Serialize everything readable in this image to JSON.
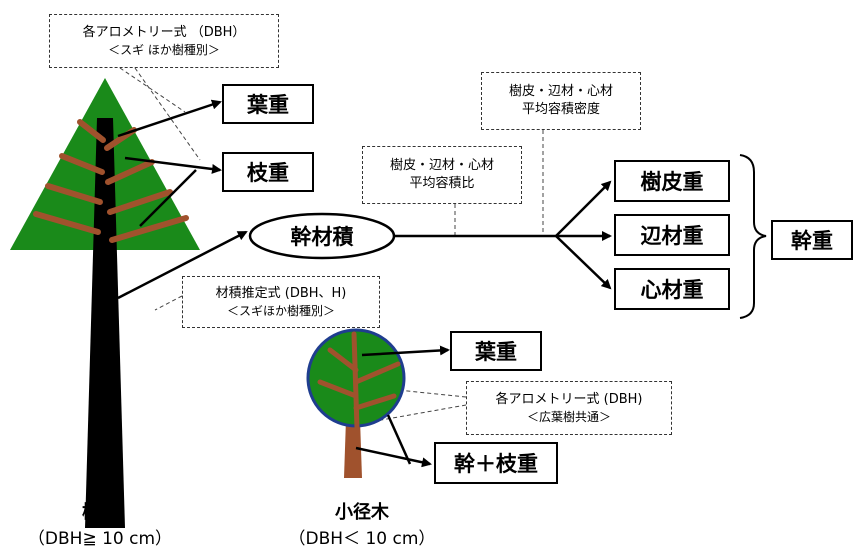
{
  "colors": {
    "crown_green": "#1a8a1a",
    "trunk_black": "#000000",
    "branch_brown": "#a0522d",
    "small_crown_border": "#1f3d8f"
  },
  "formula_large_trees": {
    "line1": "各アロメトリー式 （DBH）",
    "line2": "＜スギ ほか樹種別＞"
  },
  "leaf_weight": "葉重",
  "branch_weight": "枝重",
  "stem_volume": "幹材積",
  "density_note": {
    "line1": "樹皮・辺材・心材",
    "line2": "平均容積密度"
  },
  "ratio_note": {
    "line1": "樹皮・辺材・心材",
    "line2": "平均容積比"
  },
  "bark_weight": "樹皮重",
  "sapwood_weight": "辺材重",
  "heartwood_weight": "心材重",
  "stem_weight": "幹重",
  "volume_formula": {
    "line1": "材積推定式 (DBH、H)",
    "line2": "＜スギほか樹種別＞"
  },
  "small_leaf_weight": "葉重",
  "formula_small_trees": {
    "line1": "各アロメトリー式 (DBH)",
    "line2": "＜広葉樹共通＞"
  },
  "small_stem_branch_weight": "幹＋枝重",
  "caption_tree": {
    "title": "樹木",
    "range": "（DBH≧ 10 cm）"
  },
  "caption_small": {
    "title": "小径木",
    "range": "（DBH＜ 10 cm）"
  }
}
